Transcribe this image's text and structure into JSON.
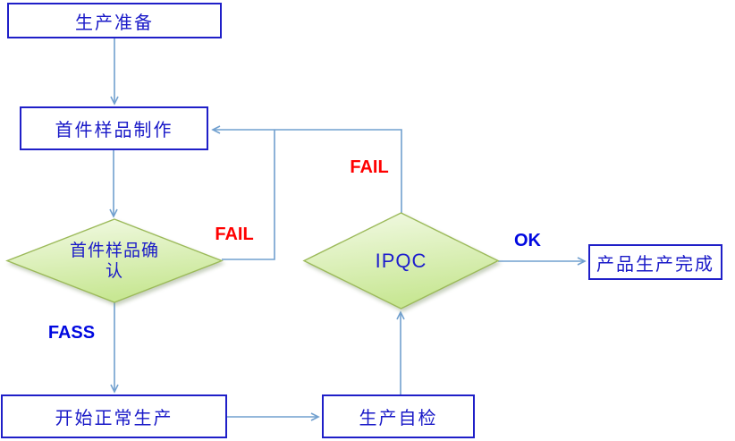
{
  "flowchart": {
    "nodes": {
      "production_prep": {
        "label": "生产准备",
        "type": "process"
      },
      "first_sample_make": {
        "label": "首件样品制作",
        "type": "process"
      },
      "first_sample_confirm": {
        "label": "首件样品确认",
        "type": "decision"
      },
      "start_normal_production": {
        "label": "开始正常生产",
        "type": "process"
      },
      "production_self_check": {
        "label": "生产自检",
        "type": "process"
      },
      "ipqc": {
        "label": "IPQC",
        "type": "decision"
      },
      "product_complete": {
        "label": "产品生产完成",
        "type": "process"
      }
    },
    "edge_labels": {
      "first_sample_fail": "FAIL",
      "ipqc_fail": "FAIL",
      "first_sample_pass": "FASS",
      "ipqc_ok": "OK"
    },
    "colors": {
      "box_border": "#1f1fc8",
      "box_text": "#1a1ac8",
      "connector": "#71a0cf",
      "fail_label": "#ff0000",
      "pass_label": "#0008e0",
      "diamond_border": "#9cba5a",
      "diamond_fill_top": "#f3fae6",
      "diamond_fill_bottom": "#c8e794"
    }
  }
}
